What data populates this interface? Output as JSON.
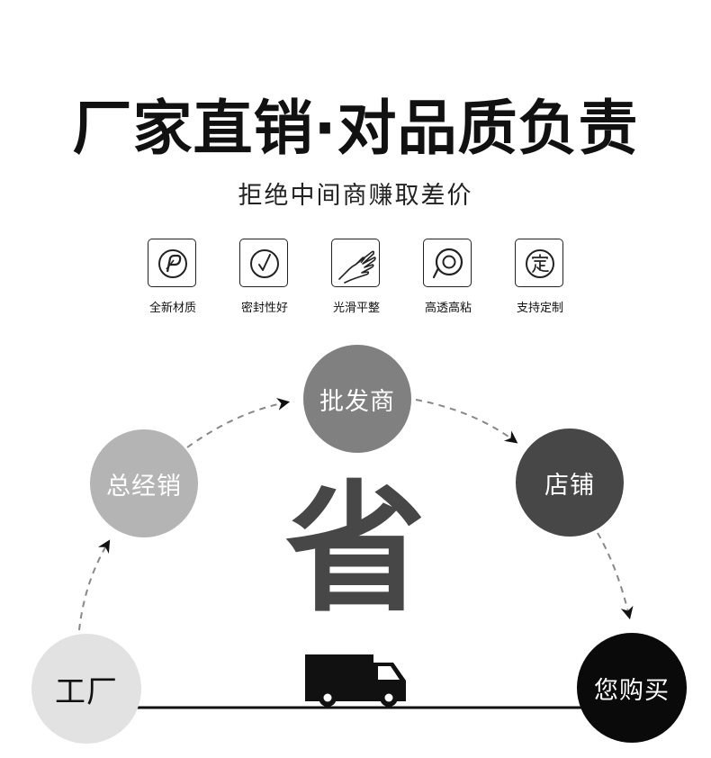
{
  "header": {
    "title": "厂家直销·对品质负责",
    "subtitle": "拒绝中间商赚取差价"
  },
  "features": [
    {
      "label": "全新材质",
      "icon": "p-badge-icon"
    },
    {
      "label": "密封性好",
      "icon": "checkmark-circle-icon"
    },
    {
      "label": "光滑平整",
      "icon": "hand-icon"
    },
    {
      "label": "高透高粘",
      "icon": "tape-roll-icon"
    },
    {
      "label": "支持定制",
      "icon": "custom-badge-icon"
    }
  ],
  "flow": {
    "factory": "工厂",
    "distributor": "总经销",
    "wholesaler": "批发商",
    "store": "店铺",
    "buyer": "您购买",
    "save": "省"
  },
  "colors": {
    "factory": "#e2e2e2",
    "distributor": "#b4b4b4",
    "wholesaler": "#808080",
    "store": "#474747",
    "buyer": "#0a0a0a",
    "save_text": "#474747"
  },
  "truck_icon": "delivery-truck-icon"
}
